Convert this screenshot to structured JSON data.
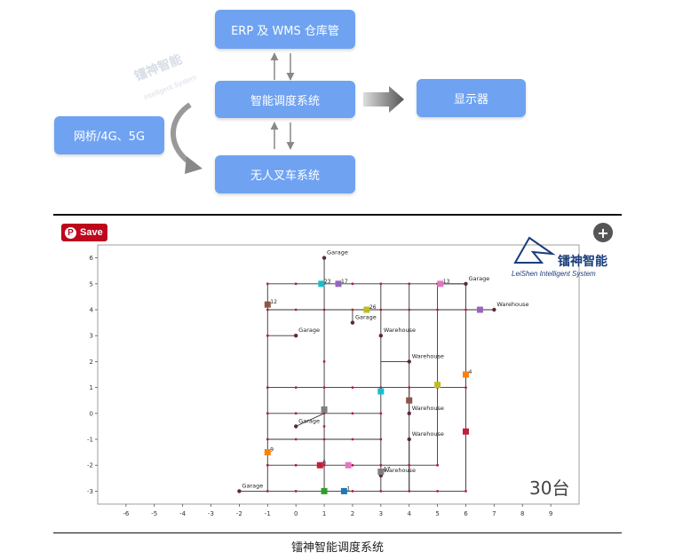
{
  "flow": {
    "erp": "ERP 及 WMS 仓库管",
    "dispatch": "智能调度系统",
    "display": "显示器",
    "bridge": "网桥/4G、5G",
    "forklift": "无人叉车系统"
  },
  "watermark": {
    "cn": "镭神智能",
    "en": "Intelligent System"
  },
  "save_label": "Save",
  "pin_glyph": "P",
  "expand_glyph": "+",
  "logo": {
    "cn": "镭神智能",
    "en": "LeiShen Intelligent System"
  },
  "vehicle_count": "30台",
  "caption": "镭神智能调度系统",
  "chart_data": {
    "type": "scatter",
    "xlim": [
      -7,
      10
    ],
    "ylim": [
      -3.5,
      6.5
    ],
    "xticks": [
      "-6",
      "-5",
      "-4",
      "-3",
      "-2",
      "-1",
      "0",
      "1",
      "2",
      "3",
      "4",
      "5",
      "6",
      "7",
      "8",
      "9"
    ],
    "yticks": [
      "-3",
      "-2",
      "-1",
      "0",
      "1",
      "2",
      "3",
      "4",
      "5",
      "6"
    ],
    "edges": [
      [
        [
          -1,
          5
        ],
        [
          6,
          5
        ]
      ],
      [
        [
          -1,
          4
        ],
        [
          7,
          4
        ]
      ],
      [
        [
          -1,
          1
        ],
        [
          6,
          1
        ]
      ],
      [
        [
          -1,
          -3
        ],
        [
          6,
          -3
        ]
      ],
      [
        [
          -1,
          -3
        ],
        [
          -1,
          5
        ]
      ],
      [
        [
          1,
          -3
        ],
        [
          1,
          6
        ]
      ],
      [
        [
          3,
          -3
        ],
        [
          3,
          5
        ]
      ],
      [
        [
          6,
          -3
        ],
        [
          6,
          5
        ]
      ],
      [
        [
          5,
          -2
        ],
        [
          5,
          5
        ]
      ],
      [
        [
          4,
          -3
        ],
        [
          4,
          5
        ]
      ],
      [
        [
          -1,
          0
        ],
        [
          3,
          0
        ]
      ],
      [
        [
          -1,
          -1
        ],
        [
          3,
          -1
        ]
      ],
      [
        [
          -1,
          -2
        ],
        [
          5,
          -2
        ]
      ],
      [
        [
          -1,
          3
        ],
        [
          0,
          3
        ]
      ],
      [
        [
          3,
          2
        ],
        [
          4,
          2
        ]
      ],
      [
        [
          4,
          0
        ],
        [
          4,
          1
        ]
      ],
      [
        [
          4,
          -1
        ],
        [
          4,
          -3
        ]
      ],
      [
        [
          0,
          -0.5
        ],
        [
          1,
          0
        ]
      ],
      [
        [
          2,
          3.5
        ],
        [
          2,
          4
        ]
      ],
      [
        [
          -2,
          -3
        ],
        [
          -1,
          -3
        ]
      ],
      [
        [
          6,
          5
        ],
        [
          5,
          5
        ]
      ]
    ],
    "nodes": [
      [
        -1,
        5
      ],
      [
        0,
        5
      ],
      [
        1,
        5
      ],
      [
        2,
        5
      ],
      [
        3,
        5
      ],
      [
        4,
        5
      ],
      [
        5,
        5
      ],
      [
        6,
        5
      ],
      [
        -1,
        4
      ],
      [
        0,
        4
      ],
      [
        1,
        4
      ],
      [
        2,
        4
      ],
      [
        3,
        4
      ],
      [
        4,
        4
      ],
      [
        5,
        4
      ],
      [
        6,
        4
      ],
      [
        7,
        4
      ],
      [
        -1,
        1
      ],
      [
        0,
        1
      ],
      [
        1,
        1
      ],
      [
        2,
        1
      ],
      [
        3,
        1
      ],
      [
        4,
        1
      ],
      [
        5,
        1
      ],
      [
        6,
        1
      ],
      [
        -1,
        0
      ],
      [
        0,
        0
      ],
      [
        1,
        0
      ],
      [
        2,
        0
      ],
      [
        3,
        0
      ],
      [
        -1,
        -1
      ],
      [
        0,
        -1
      ],
      [
        1,
        -1
      ],
      [
        2,
        -1
      ],
      [
        3,
        -1
      ],
      [
        -1,
        -2
      ],
      [
        0,
        -2
      ],
      [
        1,
        -2
      ],
      [
        2,
        -2
      ],
      [
        3,
        -2
      ],
      [
        4,
        -2
      ],
      [
        5,
        -2
      ],
      [
        -1,
        -3
      ],
      [
        0,
        -3
      ],
      [
        1,
        -3
      ],
      [
        2,
        -3
      ],
      [
        3,
        -3
      ],
      [
        4,
        -3
      ],
      [
        5,
        -3
      ],
      [
        6,
        -3
      ],
      [
        -1,
        3
      ],
      [
        1,
        2
      ],
      [
        1,
        -0.5
      ]
    ],
    "stations": [
      {
        "x": 1,
        "y": 6,
        "label": "Garage"
      },
      {
        "x": 6,
        "y": 5,
        "label": "Garage"
      },
      {
        "x": 7,
        "y": 4,
        "label": "Warehouse"
      },
      {
        "x": 2,
        "y": 3.5,
        "label": "Garage"
      },
      {
        "x": 0,
        "y": 3,
        "label": "Garage"
      },
      {
        "x": 3,
        "y": 3,
        "label": "Warehouse"
      },
      {
        "x": 4,
        "y": 2,
        "label": "Warehouse"
      },
      {
        "x": 4,
        "y": 0,
        "label": "Warehouse"
      },
      {
        "x": 0,
        "y": -0.5,
        "label": "Garage"
      },
      {
        "x": 4,
        "y": -1,
        "label": "Warehouse"
      },
      {
        "x": 3,
        "y": -2.4,
        "label": "Warehouse"
      },
      {
        "x": -2,
        "y": -3,
        "label": "Garage"
      }
    ],
    "vehicles": [
      {
        "x": 0.9,
        "y": 5,
        "id": "23",
        "color": "#17becf"
      },
      {
        "x": 1.5,
        "y": 5,
        "id": "17",
        "color": "#9467bd"
      },
      {
        "x": 5.1,
        "y": 5,
        "id": "13",
        "color": "#e377c2"
      },
      {
        "x": -1,
        "y": 4.2,
        "id": "12",
        "color": "#8c564b"
      },
      {
        "x": 2.5,
        "y": 4,
        "id": "26",
        "color": "#bcbd22"
      },
      {
        "x": 6.5,
        "y": 4,
        "id": "",
        "color": "#9467bd"
      },
      {
        "x": 6,
        "y": 1.5,
        "id": "4",
        "color": "#ff7f0e"
      },
      {
        "x": 5,
        "y": 1.1,
        "id": "",
        "color": "#bcbd22"
      },
      {
        "x": 3,
        "y": 0.85,
        "id": "",
        "color": "#17becf"
      },
      {
        "x": 4,
        "y": 0.5,
        "id": "",
        "color": "#8c564b"
      },
      {
        "x": 1,
        "y": 0.15,
        "id": "",
        "color": "#7f7f7f"
      },
      {
        "x": 6,
        "y": -0.7,
        "id": "",
        "color": "#c41e3a"
      },
      {
        "x": -1,
        "y": -1.5,
        "id": "9",
        "color": "#ff7f0e"
      },
      {
        "x": 0.85,
        "y": -2,
        "id": "6",
        "color": "#c41e3a"
      },
      {
        "x": 1.85,
        "y": -2,
        "id": "",
        "color": "#e377c2"
      },
      {
        "x": 3,
        "y": -2.25,
        "id": "17",
        "color": "#7f7f7f"
      },
      {
        "x": 1,
        "y": -3,
        "id": "",
        "color": "#2ca02c"
      },
      {
        "x": 1.7,
        "y": -3,
        "id": "1",
        "color": "#1f77b4"
      }
    ]
  }
}
